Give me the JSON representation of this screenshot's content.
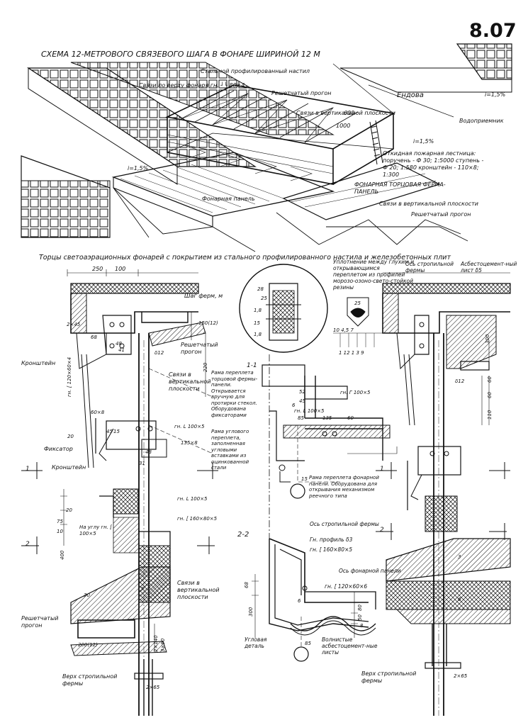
{
  "sheet": {
    "number": "8.07",
    "scheme_title": "СХЕМА 12-МЕТРОВОГО СВЯЗЕВОГО ШАГА В ФОНАРЕ ШИРИНОЙ 12 М",
    "section_title": "Торцы светоаэрационных фонарей с покрытием из стального профилированного настила и железобетонных плит"
  },
  "scheme_labels": {
    "steel_deck": "Стальной профилированный настил",
    "top_bracing": "Связи по верху фонаря гн. ┘└ 80×4",
    "lattice_purlin": "Решетчатый прогон",
    "valley": "Ендова",
    "slope_top": "i=1,5%",
    "vertical_bracing": "Связи в вертикальной плоскости",
    "water_inlet": "Водоприемник",
    "dim_600": "600",
    "dim_1000": "1000",
    "slope_mid": "i=1,5%",
    "slope_left": "i=1,5%",
    "ladder_note": "Откидная пожарная лестница: поручень - Ф 30; 1:5000 ступень - Ф 20; 1:580 кронштейн - 110×8; 1:300",
    "lantern_panel": "Фонарная панель",
    "end_truss_panel": "ФОНАРНАЯ ТОРЦОВАЯ ФЕРМА-ПАНЕЛЬ",
    "bracing_vertical_2": "Связи в вертикальной плоскости",
    "lattice_purlin_2": "Решетчатый прогон"
  },
  "left_detail": {
    "dim_250": "250",
    "dim_100": "100",
    "truss_step": "Шаг ферм, м",
    "dim_2x45": "2×45",
    "dim_68": "68",
    "dim_48": "48",
    "dim_41": "41",
    "dim_150": "150(12)",
    "dim_d12": "δ12",
    "bracket": "Кронштейн",
    "lattice_purlin": "Решетчатый прогон",
    "channel_120": "гн. [ 120×60×4",
    "bracing_vertical": "Связи в вертикальной плоскости",
    "dim_220": "220",
    "dim_60x8": "60×8",
    "angle_100": "гн. L 100×5",
    "dim_20": "20",
    "dim_45": "45",
    "dim_15": "15",
    "dim_135x8": "135×8",
    "fixator": "Фиксатор",
    "bracket_2": "Кронштейн",
    "dim_48b": "48",
    "dim_31": "31",
    "sec1": "1",
    "angle_100b": "гн. L 100×5",
    "dim_20b": "20",
    "dim_75": "75",
    "dim_10": "10",
    "corner_note": "На углу гн. [ 100×5",
    "channel_160": "гн. [ 160×80×5",
    "dim_400": "400",
    "sec2": "2",
    "bracing_vertical_2": "Связи в вертикальной плоскости",
    "dim_30": "30",
    "dim_3": "3",
    "dim_2x140": "2×140",
    "dim_3x90": "3×90",
    "lattice_purlin_2": "Решетчатый прогон",
    "dim_200": "200(12)",
    "truss_top": "Верх стропильной фермы",
    "dim_2x65": "2×65"
  },
  "center_detail": {
    "seal_note": "Уплотнение между глухим и открывающимся переплетом из профилей морозо-озоно-свето-стойкой резины",
    "dim_28": "28",
    "dim_25": "25",
    "dim_18": "1,8",
    "dim_15": "15",
    "dim_18b": "1,8",
    "dim_25b": "25",
    "dims_row": "10 4,5 7",
    "dims_bottom": "1 12 1 3 9",
    "section_11": "1-1",
    "frame_note": "Рама переплета торцовой фермы-панели. Открывается вручную для протирки стекол. Оборудована фиксаторами",
    "dim_52": "52",
    "dim_45": "45",
    "dim_6": "6",
    "angle_100": "гн. L 100×5",
    "dim_85": "85",
    "dim_135": "135",
    "dim_60": "60",
    "channel_100": "гн. Г 100×5",
    "angle_frame_note": "Рама углового переплета, заполненная угловыми вставками из оцинкованной стали",
    "dim_15b": "15",
    "lantern_frame_note": "Рама переплета фонарной панели. Оборудована для открывания механизмом реечного типа"
  },
  "section22": {
    "title": "2-2",
    "truss_axis": "Ось стропильной фермы",
    "profile": "Гн. профиль δ3",
    "channel_160": "гн. [ 160×80×5",
    "lantern_axis": "Ось фонарной панели",
    "channel_120": "гн. [ 120×60×6",
    "dim_68": "68",
    "dim_300": "300",
    "dim_6": "6",
    "dim_80": "80",
    "dim_50": "50",
    "dim_8": "8",
    "dim_85": "85",
    "corner_part": "Угловая деталь",
    "wavy_sheets": "Волнистые асбестоцемент-ные листы"
  },
  "right_detail": {
    "truss_axis": "Ось стропильной фермы",
    "asbestos_sheet": "Асбестоцемент-ный лист δ5",
    "dim_300": "300",
    "dim_d12": "δ12",
    "dim_60a": "60",
    "dim_60b": "60",
    "dim_110": "110",
    "sec1": "1",
    "sec2": "2",
    "dim_3": "3",
    "dim_6": "6",
    "truss_top": "Верх стропильной фермы",
    "dim_2x65": "2×65"
  }
}
